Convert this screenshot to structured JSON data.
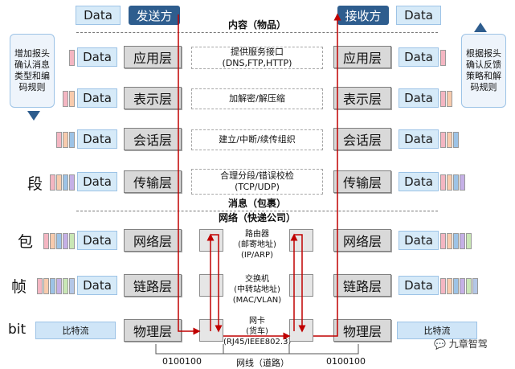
{
  "top": {
    "data_left": "Data",
    "sender": "发送方",
    "receiver": "接收方",
    "data_right": "Data"
  },
  "sections": {
    "content": "内容（物品）",
    "message": "消息（包裹）",
    "network": "网络（快递公司）"
  },
  "side_notes": {
    "left": "增加报头确认消息类型和编码规则",
    "right": "根据报头确认反馈策略和解码规则"
  },
  "layers": [
    {
      "name": "应用层",
      "data": "Data",
      "desc": [
        "提供服务接口",
        "(DNS,FTP,HTTP)"
      ],
      "headers": [
        "#f4b6c2"
      ]
    },
    {
      "name": "表示层",
      "data": "Data",
      "desc": [
        "加解密/解压缩"
      ],
      "headers": [
        "#f4b6c2",
        "#f8cbad"
      ]
    },
    {
      "name": "会话层",
      "data": "Data",
      "desc": [
        "建立/中断/续传组织"
      ],
      "headers": [
        "#f4b6c2",
        "#f8cbad",
        "#9dc3e6"
      ]
    },
    {
      "name": "传输层",
      "data": "Data",
      "desc": [
        "合理分段/错误校检",
        "(TCP/UDP)"
      ],
      "headers": [
        "#f4b6c2",
        "#f8cbad",
        "#9dc3e6",
        "#c5b0e6"
      ]
    },
    {
      "name": "网络层",
      "data": "Data",
      "desc": [
        "路由器",
        "(邮寄地址)",
        "(IP/ARP)"
      ],
      "headers": [
        "#f4b6c2",
        "#f8cbad",
        "#9dc3e6",
        "#c5b0e6",
        "#c9e7b5"
      ]
    },
    {
      "name": "链路层",
      "data": "Data",
      "desc": [
        "交换机",
        "(中转站地址)",
        "(MAC/VLAN)"
      ],
      "headers": [
        "#f4b6c2",
        "#f8cbad",
        "#9dc3e6",
        "#c5b0e6",
        "#c9e7b5",
        "#b4c7e7"
      ]
    },
    {
      "name": "物理层",
      "data": "比特流",
      "desc": [
        "网卡",
        "(货车)",
        "(RJ45/IEEE802.3)"
      ],
      "headers": []
    }
  ],
  "row_labels": {
    "segment": "段",
    "packet": "包",
    "frame": "帧",
    "bit": "bit"
  },
  "bottom": {
    "bits_left": "0100100",
    "line": "网线（道路）",
    "bits_right": "0100100"
  },
  "watermark": "九章智驾",
  "colors": {
    "arrow": "#c00000",
    "tag": "#2e5d8e"
  }
}
